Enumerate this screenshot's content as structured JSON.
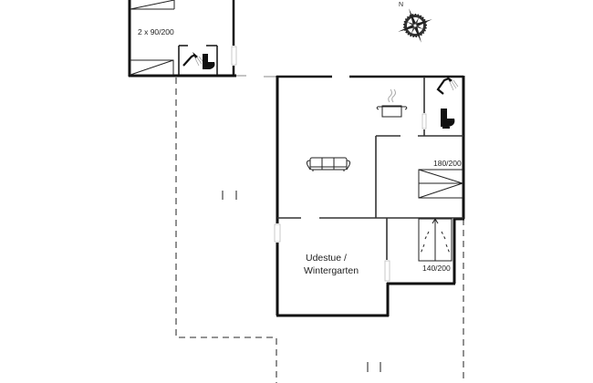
{
  "diagram": {
    "type": "floor-plan",
    "colors": {
      "wall": "#111111",
      "thin_wall": "#333333",
      "dashed": "#555555",
      "background": "#ffffff"
    },
    "labels": {
      "bedroom_top_left": "2 x 90/200",
      "bedroom_right": "180/200",
      "bedroom_bottom_right": "140/200",
      "conservatory_line1": "Udestue /",
      "conservatory_line2": "Wintergarten"
    },
    "icons": [
      {
        "name": "compass-rose-icon",
        "label": "N"
      },
      {
        "name": "shower-icon"
      },
      {
        "name": "toilet-icon"
      },
      {
        "name": "cooking-pot-icon"
      },
      {
        "name": "sofa-icon"
      },
      {
        "name": "bed-icon"
      }
    ]
  }
}
